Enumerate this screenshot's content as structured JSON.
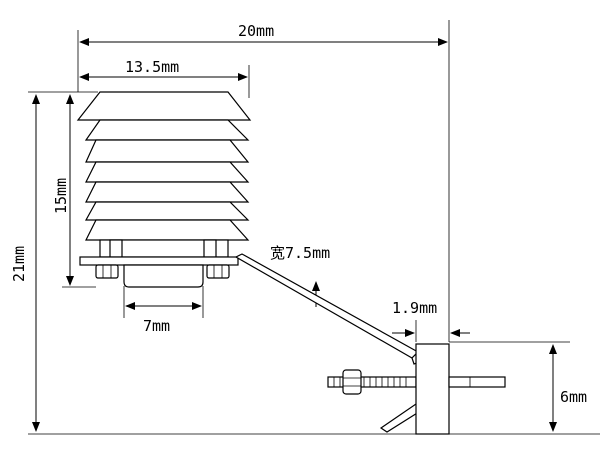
{
  "dimensions": {
    "total_width": "20mm",
    "shield_width": "13.5mm",
    "shield_height": "15mm",
    "total_height": "21mm",
    "base_width": "7mm",
    "bracket_width": "宽7.5mm",
    "plate_thickness": "1.9mm",
    "plate_height": "6mm"
  }
}
